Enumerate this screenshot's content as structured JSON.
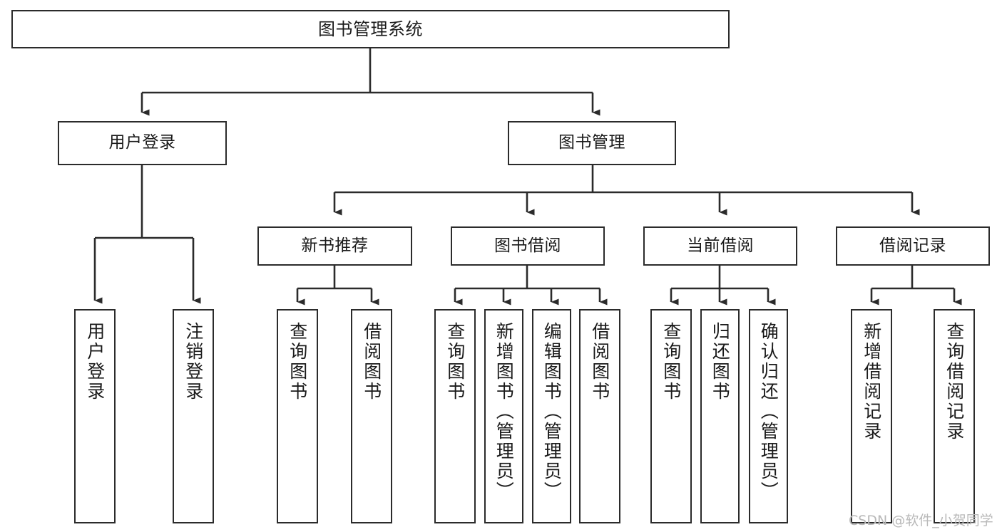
{
  "diagram": {
    "title": "图书管理系统",
    "type": "tree",
    "watermark": "CSDN @软件_小贺同学",
    "colors": {
      "box_border": "#2b2b2b",
      "box_fill": "#ffffff",
      "connector": "#2b2b2b",
      "text": "#1a1a1a",
      "watermark": "#b9b9b9"
    },
    "levels": {
      "root": {
        "label": "图书管理系统"
      },
      "level2": [
        {
          "label": "用户登录"
        },
        {
          "label": "图书管理"
        }
      ],
      "level3": [
        {
          "label": "新书推荐"
        },
        {
          "label": "图书借阅"
        },
        {
          "label": "当前借阅"
        },
        {
          "label": "借阅记录"
        }
      ],
      "leaves": {
        "user_login": [
          {
            "label": "用户登录"
          },
          {
            "label": "注销登录"
          }
        ],
        "new_book_recommend": [
          {
            "label": "查询图书"
          },
          {
            "label": "借阅图书"
          }
        ],
        "book_borrow": [
          {
            "label": "查询图书"
          },
          {
            "label": "新增图书（管理员）"
          },
          {
            "label": "编辑图书（管理员）"
          },
          {
            "label": "借阅图书"
          }
        ],
        "current_borrow": [
          {
            "label": "查询图书"
          },
          {
            "label": "归还图书"
          },
          {
            "label": "确认归还（管理员）"
          }
        ],
        "borrow_records": [
          {
            "label": "新增借阅记录"
          },
          {
            "label": "查询借阅记录"
          }
        ]
      }
    }
  }
}
